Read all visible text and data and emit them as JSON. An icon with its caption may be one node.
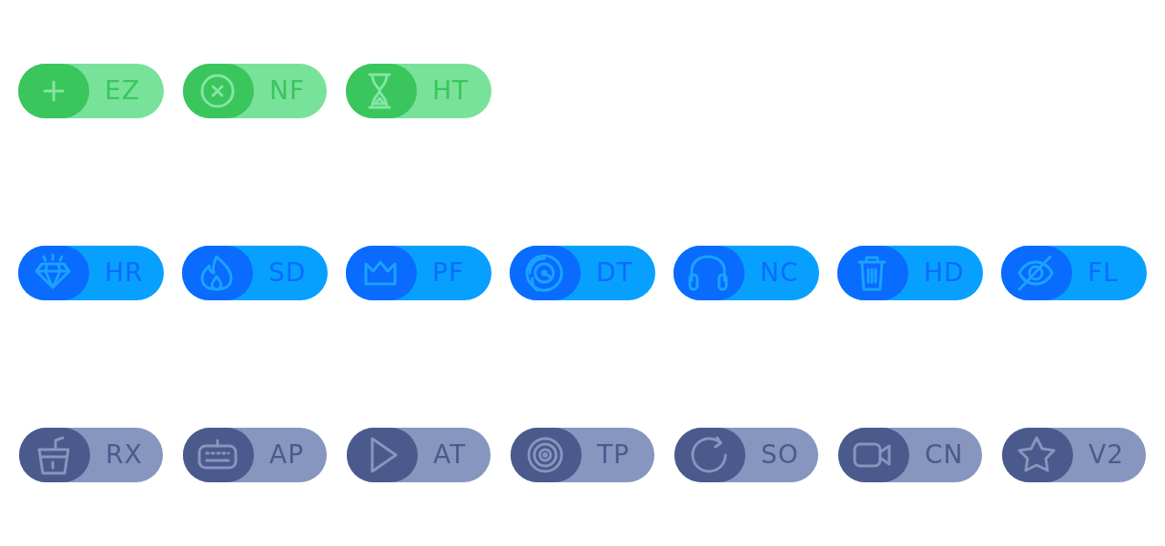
{
  "diagram": {
    "nodes": [
      {
        "text": [
          "EZ"
        ]
      },
      {
        "text": [
          "NF"
        ]
      },
      {
        "text": [
          "HT"
        ]
      },
      {
        "text": [
          "HR"
        ]
      },
      {
        "text": [
          "SD"
        ]
      },
      {
        "text": [
          "PF"
        ]
      },
      {
        "text": [
          "DT"
        ]
      },
      {
        "text": [
          "NC"
        ]
      },
      {
        "text": [
          "HD"
        ]
      },
      {
        "text": [
          "FL"
        ]
      },
      {
        "text": [
          "RX"
        ]
      },
      {
        "text": [
          "AP"
        ]
      },
      {
        "text": [
          "AT"
        ]
      },
      {
        "text": [
          "TP"
        ]
      },
      {
        "text": [
          "SO"
        ]
      },
      {
        "text": [
          "CN"
        ]
      },
      {
        "text": [
          "V2"
        ]
      }
    ]
  }
}
